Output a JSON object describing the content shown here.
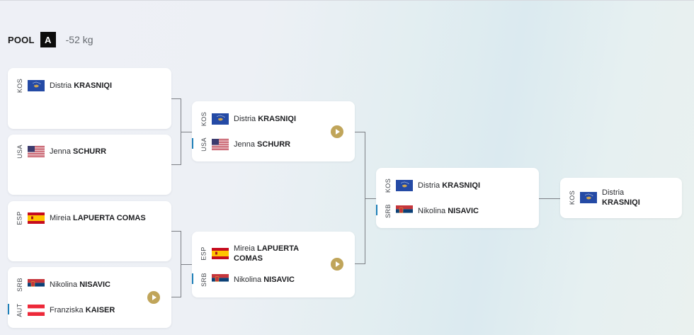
{
  "header": {
    "pool_label": "POOL",
    "pool_letter": "A",
    "weight": "-52 kg"
  },
  "colors": {
    "winner_mark": "#1e7fb8",
    "play_button": "#c0a55a"
  },
  "round1": [
    {
      "athletes": [
        {
          "country": "KOS",
          "flag": "kosovo-flag",
          "first": "Distria",
          "last": "KRASNIQI"
        }
      ]
    },
    {
      "athletes": [
        {
          "country": "USA",
          "flag": "usa-flag",
          "first": "Jenna",
          "last": "SCHURR"
        }
      ]
    },
    {
      "athletes": [
        {
          "country": "ESP",
          "flag": "spain-flag",
          "first": "Mireia",
          "last": "LAPUERTA COMAS"
        }
      ]
    },
    {
      "athletes": [
        {
          "country": "SRB",
          "flag": "serbia-flag",
          "first": "Nikolina",
          "last": "NISAVIC"
        },
        {
          "country": "AUT",
          "flag": "austria-flag",
          "first": "Franziska",
          "last": "KAISER"
        }
      ]
    }
  ],
  "round2": [
    {
      "athletes": [
        {
          "country": "KOS",
          "flag": "kosovo-flag",
          "first": "Distria",
          "last": "KRASNIQI"
        },
        {
          "country": "USA",
          "flag": "usa-flag",
          "first": "Jenna",
          "last": "SCHURR"
        }
      ]
    },
    {
      "athletes": [
        {
          "country": "ESP",
          "flag": "spain-flag",
          "first": "Mireia",
          "last": "LAPUERTA COMAS"
        },
        {
          "country": "SRB",
          "flag": "serbia-flag",
          "first": "Nikolina",
          "last": "NISAVIC"
        }
      ]
    }
  ],
  "round3": [
    {
      "athletes": [
        {
          "country": "KOS",
          "flag": "kosovo-flag",
          "first": "Distria",
          "last": "KRASNIQI"
        },
        {
          "country": "SRB",
          "flag": "serbia-flag",
          "first": "Nikolina",
          "last": "NISAVIC"
        }
      ]
    }
  ],
  "winner": {
    "country": "KOS",
    "flag": "kosovo-flag",
    "first": "Distria",
    "last": "KRASNIQI"
  }
}
